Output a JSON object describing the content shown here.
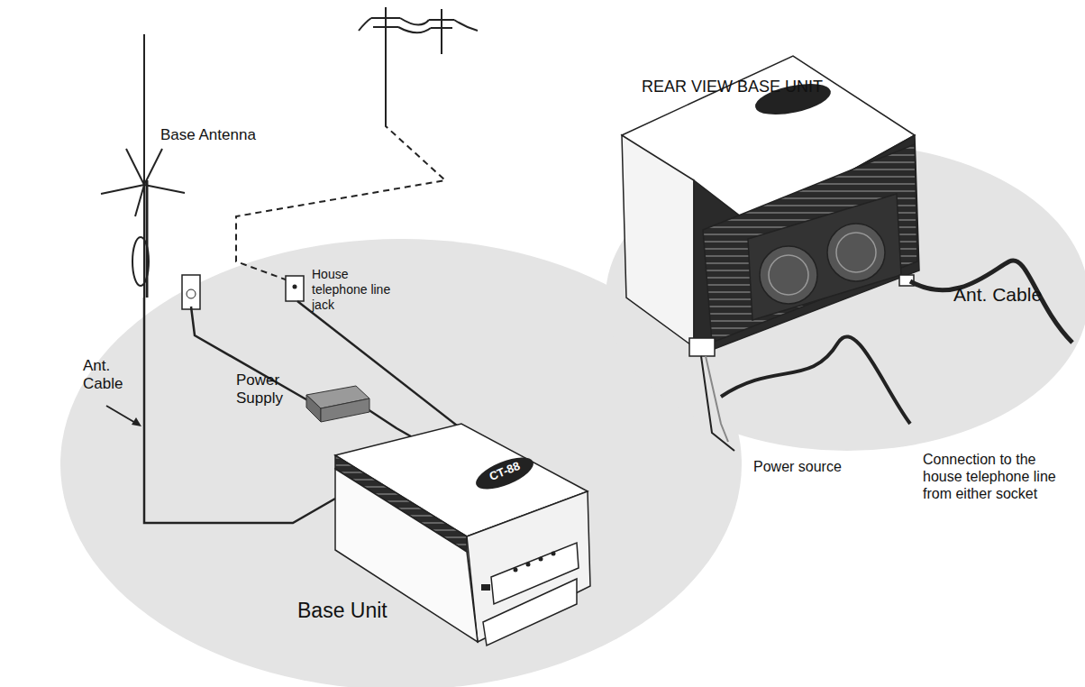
{
  "diagram": {
    "labels": [
      "Base Antenna",
      "House telephone line jack",
      "Power Supply",
      "Ant. Cable",
      "Base Unit",
      "REAR VIEW BASE UNIT",
      "Ant. Cable",
      "Power source",
      "Connection to the house telephone line from either socket",
      "CT-88"
    ]
  }
}
